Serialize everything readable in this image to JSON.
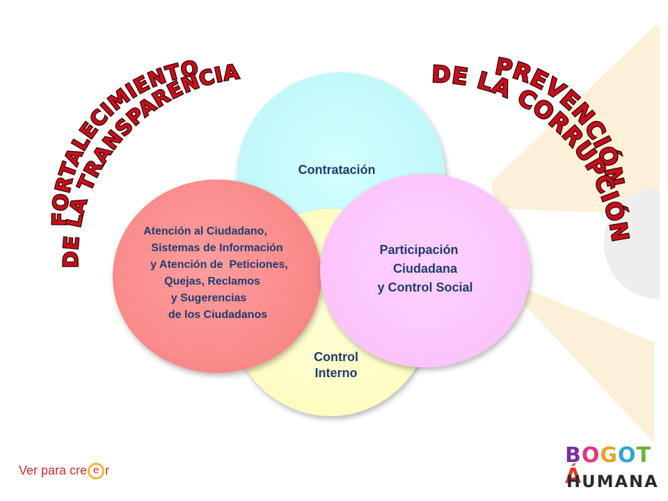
{
  "title_left": {
    "line1": "FORTALECIMIENTO",
    "line2": "DE LA TRANSPARENCIA"
  },
  "title_right": {
    "line1": "PREVENCIÓN",
    "line2": "DE LA CORRUPCIÓN"
  },
  "circles": {
    "contratacion": {
      "label": "Contratación",
      "color": "#c4f9fb"
    },
    "control": {
      "lines": [
        "Control",
        "Interno"
      ],
      "color": "#fffcc2"
    },
    "atencion": {
      "lines": [
        "Atención al Ciudadano,",
        "Sistemas de Información",
        "y Atención de  Peticiones,",
        "Quejas, Reclamos",
        "y Sugerencias",
        "de los Ciudadanos"
      ],
      "color": "#f98888"
    },
    "participacion": {
      "lines": [
        "Participación",
        "Ciudadana",
        "y Control Social"
      ],
      "color": "#fbc4fb"
    }
  },
  "footer": {
    "tagline_part1": "Ver para cr",
    "tagline_ring": "e",
    "tagline_part2": "e",
    "tagline_part3": "r",
    "logo_top": [
      "B",
      "O",
      "G",
      "O",
      "T",
      "Á"
    ],
    "logo_top_colors": [
      "#7a2fa0",
      "#e4357a",
      "#e9a122",
      "#2fa3d9",
      "#6bb33a",
      "#e43a30"
    ],
    "logo_bottom": "HUMANA"
  },
  "colors": {
    "title_fill": "#c5101b",
    "ray_fill": "#fdf0d9",
    "semicircle_fill": "#eeeeee",
    "text_color": "#1f3b70"
  }
}
